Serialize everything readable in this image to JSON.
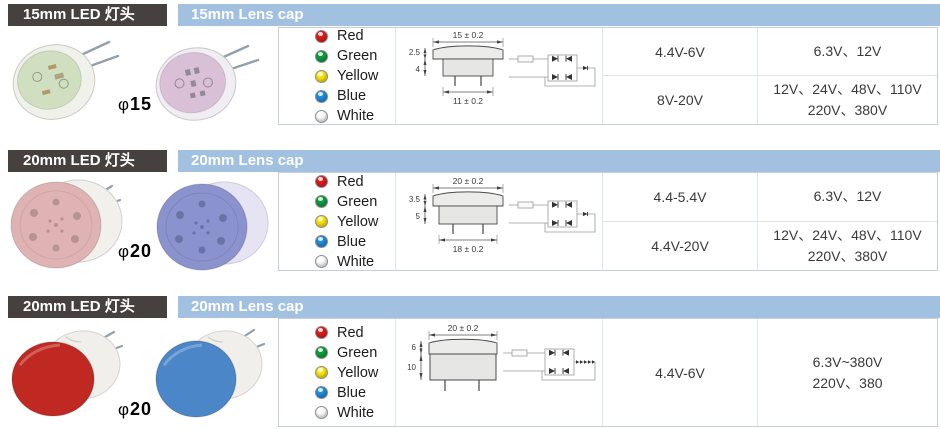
{
  "palette": {
    "led_banner_bg": "#46413f",
    "lens_banner_bg": "#a2c0df",
    "banner_text": "#ffffff",
    "table_border": "#c6ced6",
    "divider": "#dbe7f2",
    "row_divider": "#e3e3e3"
  },
  "color_options": [
    {
      "label": "Red",
      "color": "#e31b1b"
    },
    {
      "label": "Green",
      "color": "#0e9e3e"
    },
    {
      "label": "Yellow",
      "color": "#ffe80c"
    },
    {
      "label": "Blue",
      "color": "#1e8fe2"
    },
    {
      "label": "White",
      "color": "#ffffff"
    }
  ],
  "sections": [
    {
      "led_banner": "15mm LED 灯头",
      "lens_banner": "15mm Lens cap",
      "diameter_symbol": "φ",
      "diameter_value": "15",
      "products": [
        {
          "name": "15mm LED lamp head, pale green",
          "face_color": "#cfdfc0",
          "body_color": "#f0f1ea"
        },
        {
          "name": "15mm LED lamp head, pale pink",
          "face_color": "#d9c0d6",
          "body_color": "#f0eef2"
        }
      ],
      "drawing": {
        "top_dim": "15 ± 0.2",
        "height_upper": "2.5",
        "height_lower": "4",
        "bottom_dim": "11 ± 0.2"
      },
      "voltage_rows": [
        {
          "input": "4.4V-6V",
          "output_lines": [
            "6.3V、12V"
          ]
        },
        {
          "input": "8V-20V",
          "output_lines": [
            "12V、24V、48V、110V",
            "220V、380V"
          ]
        }
      ]
    },
    {
      "led_banner": "20mm LED 灯头",
      "lens_banner": "20mm Lens cap",
      "diameter_symbol": "φ",
      "diameter_value": "20",
      "products": [
        {
          "name": "20mm LED lamp head, pink",
          "face_color": "#dfb3b3",
          "body_color": "#f2f0ec"
        },
        {
          "name": "20mm LED lamp head, blue-violet",
          "face_color": "#8b93cf",
          "body_color": "#e6e4f2"
        }
      ],
      "drawing": {
        "top_dim": "20 ± 0.2",
        "height_upper": "3.5",
        "height_lower": "5",
        "bottom_dim": "18 ± 0.2"
      },
      "voltage_rows": [
        {
          "input": "4.4-5.4V",
          "output_lines": [
            "6.3V、12V"
          ]
        },
        {
          "input": "4.4V-20V",
          "output_lines": [
            "12V、24V、48V、110V",
            "220V、380V"
          ]
        }
      ]
    },
    {
      "led_banner": "20mm LED 灯头",
      "lens_banner": "20mm Lens cap",
      "diameter_symbol": "φ",
      "diameter_value": "20",
      "products": [
        {
          "name": "20mm LED lamp with red lens cap",
          "face_color": "#c02822",
          "body_color": "#f1efec"
        },
        {
          "name": "20mm LED lamp with blue lens cap",
          "face_color": "#4a86c8",
          "body_color": "#f1efec"
        }
      ],
      "drawing": {
        "top_dim": "20 ± 0.2",
        "height_upper": "6",
        "height_lower": "10"
      },
      "voltage_rows": [
        {
          "input": "4.4V-6V",
          "output_lines": [
            "6.3V~380V",
            "220V、380"
          ]
        }
      ]
    }
  ]
}
